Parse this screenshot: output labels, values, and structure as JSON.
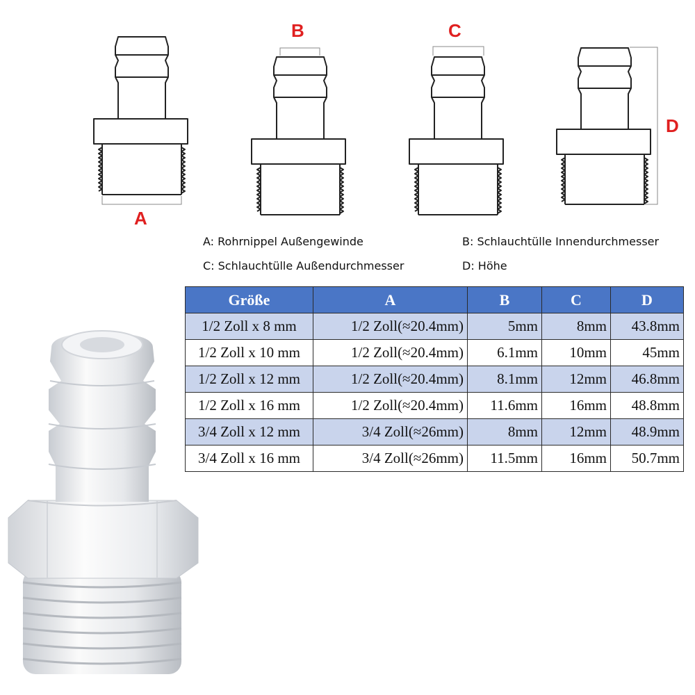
{
  "diagram": {
    "labels": {
      "a": "A",
      "b": "B",
      "c": "C",
      "d": "D"
    }
  },
  "legend": {
    "a": "A: Rohrnippel Außengewinde",
    "b": "B: Schlauchtülle Innendurchmesser",
    "c": "C: Schlauchtülle Außendurchmesser",
    "d": "D: Höhe"
  },
  "table": {
    "headers": [
      "Größe",
      "A",
      "B",
      "C",
      "D"
    ],
    "rows": [
      [
        "1/2 Zoll x 8 mm",
        "1/2 Zoll(≈20.4mm)",
        "5mm",
        "8mm",
        "43.8mm"
      ],
      [
        "1/2 Zoll x 10 mm",
        "1/2 Zoll(≈20.4mm)",
        "6.1mm",
        "10mm",
        "45mm"
      ],
      [
        "1/2 Zoll x 12 mm",
        "1/2 Zoll(≈20.4mm)",
        "8.1mm",
        "12mm",
        "46.8mm"
      ],
      [
        "1/2 Zoll x 16 mm",
        "1/2 Zoll(≈20.4mm)",
        "11.6mm",
        "16mm",
        "48.8mm"
      ],
      [
        "3/4 Zoll x 12 mm",
        "3/4 Zoll(≈26mm)",
        "8mm",
        "12mm",
        "48.9mm"
      ],
      [
        "3/4 Zoll x 16 mm",
        "3/4 Zoll(≈26mm)",
        "11.5mm",
        "16mm",
        "50.7mm"
      ]
    ]
  },
  "colors": {
    "header_bg": "#4a76c6",
    "row_shade": "#c9d4ec",
    "dimension_letter": "#e02020"
  }
}
